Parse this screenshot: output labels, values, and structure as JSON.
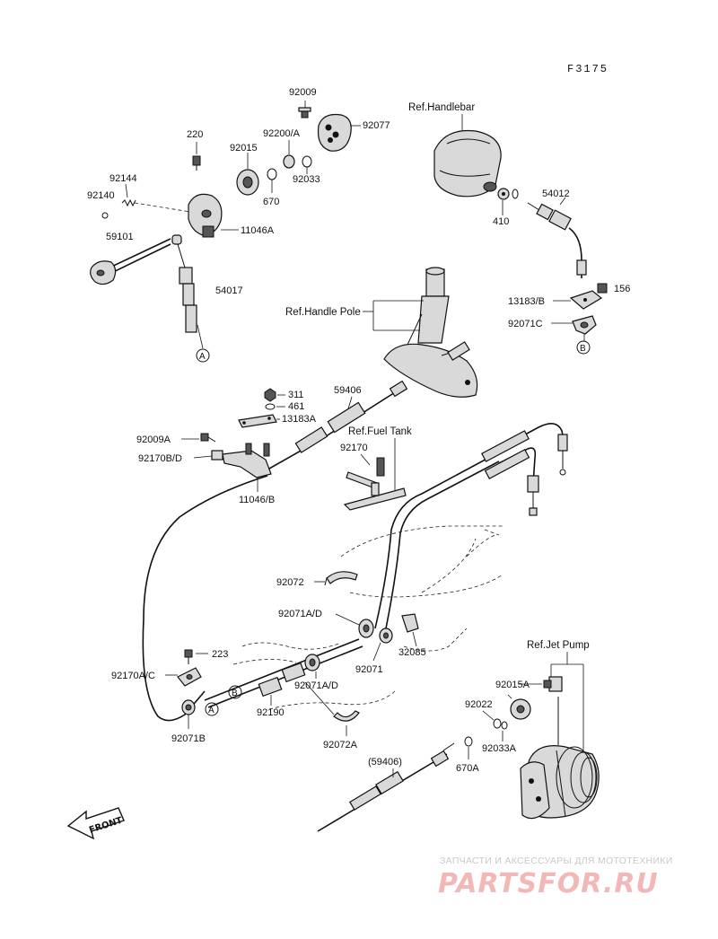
{
  "diagram_code": "F3175",
  "references": {
    "handlebar": "Ref.Handlebar",
    "handle_pole": "Ref.Handle Pole",
    "fuel_tank": "Ref.Fuel Tank",
    "jet_pump": "Ref.Jet Pump"
  },
  "part_labels": {
    "p92009": "92009",
    "p92077": "92077",
    "p220": "220",
    "p92200a": "92200/A",
    "p92015": "92015",
    "p92033": "92033",
    "p670": "670",
    "p92144": "92144",
    "p92140": "92140",
    "p11046a": "11046A",
    "p59101": "59101",
    "p54017": "54017",
    "p54012": "54012",
    "p410": "410",
    "p156": "156",
    "p13183b": "13183/B",
    "p92071c": "92071C",
    "p311": "311",
    "p461": "461",
    "p59406": "59406",
    "p13183a": "13183A",
    "p92009a": "92009A",
    "p92170bd": "92170B/D",
    "p11046b": "11046/B",
    "p92170": "92170",
    "p92072": "92072",
    "p92071ad": "92071A/D",
    "p32085": "32085",
    "p92071": "92071",
    "p223": "223",
    "p92170ac": "92170A/C",
    "p92071ad2": "92071A/D",
    "p92190": "92190",
    "p92071b": "92071B",
    "p92072a": "92072A",
    "p92015a": "92015A",
    "p92022": "92022",
    "p92033a": "92033A",
    "p670a": "670A",
    "p59406p": "(59406)"
  },
  "circle_markers": {
    "a": "A",
    "b": "B"
  },
  "front_label": "FRONT",
  "watermark": {
    "tagline": "ЗАПЧАСТИ И АКСЕССУАРЫ ДЛЯ МОТОТЕХНИКИ",
    "logo": "PARTSFOR.RU"
  }
}
